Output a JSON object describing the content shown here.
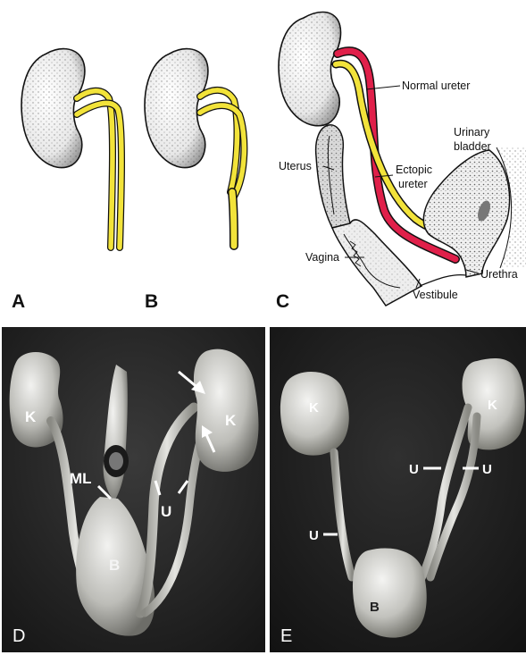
{
  "panels": {
    "a": {
      "letter": "A"
    },
    "b": {
      "letter": "B"
    },
    "c": {
      "letter": "C",
      "labels": {
        "normal_ureter": "Normal ureter",
        "urinary_bladder_line1": "Urinary",
        "urinary_bladder_line2": "bladder",
        "uterus": "Uterus",
        "ectopic_ureter_line1": "Ectopic",
        "ectopic_ureter_line2": "ureter",
        "vagina": "Vagina",
        "urethra": "Urethra",
        "vestibule": "Vestibule"
      }
    },
    "d": {
      "letter": "D",
      "labels": {
        "kidney_left": "K",
        "kidney_right": "K",
        "ml": "ML",
        "ureter": "U",
        "bladder": "B"
      }
    },
    "e": {
      "letter": "E",
      "labels": {
        "kidney_left": "K",
        "kidney_right": "K",
        "ureter_1": "U",
        "ureter_2": "U",
        "ureter_3": "U",
        "bladder": "B"
      }
    }
  },
  "colors": {
    "normal_ureter": "#f2e33a",
    "ectopic_ureter": "#e0204a",
    "kidney": "#f4f4f4",
    "uterus": "#d9d9d9",
    "photo_background": "#2a2a2a"
  }
}
